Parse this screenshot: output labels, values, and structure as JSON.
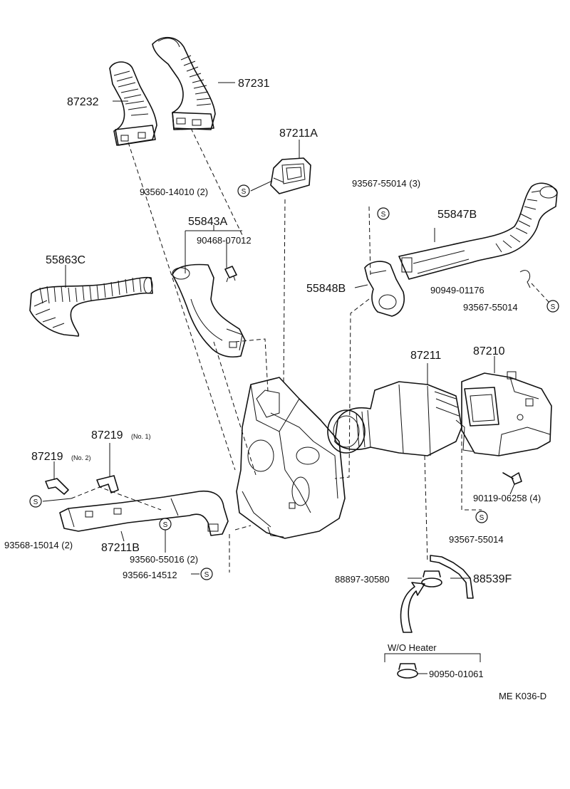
{
  "symbol_letter": "S",
  "labels": {
    "p87231": "87231",
    "p87232": "87232",
    "p87211A": "87211A",
    "p93560_14010": "93560-14010 (2)",
    "p55843A": "55843A",
    "p90468": "90468-07012",
    "p55863C": "55863C",
    "p93567_55014_3": "93567-55014 (3)",
    "p55847B": "55847B",
    "p55848B": "55848B",
    "p90949": "90949-01176",
    "p93567_55014_a": "93567-55014",
    "p87211": "87211",
    "p87210": "87210",
    "p87219_no1": "87219",
    "p87219_no1_sub": "(No. 1)",
    "p87219_no2": "87219",
    "p87219_no2_sub": "(No. 2)",
    "p93568": "93568-15014 (2)",
    "p87211B": "87211B",
    "p93560_55016": "93560-55016 (2)",
    "p93566": "93566-14512",
    "p90119": "90119-06258 (4)",
    "p93567_55014_b": "93567-55014",
    "p88897": "88897-30580",
    "p88539F": "88539F",
    "wo_heater": "W/O Heater",
    "p90950": "90950-01061",
    "code": "ME  K036-D"
  }
}
